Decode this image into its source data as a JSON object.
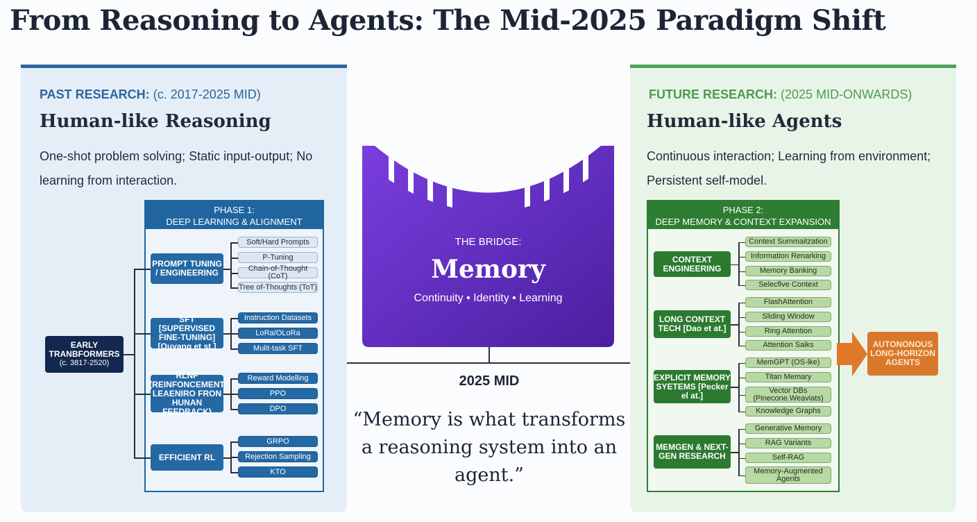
{
  "title": "From Reasoning to Agents: The Mid-2025 Paradigm Shift",
  "colors": {
    "past": "#2b66a0",
    "future": "#2e7d32",
    "bridge": "#5b2bc4",
    "outcome": "#d9782a"
  },
  "past": {
    "era_label": "PAST RESEARCH:",
    "era_range": "(c. 2017-2025 MID)",
    "title": "Human-like Reasoning",
    "description": "One-shot problem solving; Static input-output; No learning from interaction.",
    "root": {
      "label": "EARLY TRANBFORMERS",
      "note": "(c. 3817-2520)"
    },
    "phase": {
      "line1": "PHASE 1:",
      "line2": "DEEP LEARNING & ALIGNMENT"
    },
    "groups": [
      {
        "label": "PROMPT TUNING / ENGINEERING",
        "items": [
          "Soft/Hard Prompts",
          "P-Tuning",
          "Chain-of-Thought (CoT)",
          "Tree of-Thoughts (ToT)"
        ]
      },
      {
        "label": "SFT [SUPERVISED FINE-TUNING] [Ouyang et st.]",
        "items": [
          "Instruction Datasets",
          "LoRa/OLoRa",
          "Mulit-task SFT"
        ]
      },
      {
        "label": "RLNF (REINFONCEMENT LEAENIRO FRON HUNAN FEEDBACK)",
        "items": [
          "Reward Modelling",
          "PPO",
          "DPO"
        ]
      },
      {
        "label": "EFFICIENT RL",
        "items": [
          "GRPO",
          "Rejection Sampling",
          "KTO"
        ]
      }
    ]
  },
  "bridge": {
    "label": "THE BRIDGE:",
    "title": "Memory",
    "subtitle": "Continuity • Identity • Learning",
    "timeline_label": "2025 MID",
    "quote": "“Memory is what transforms a reasoning system into an agent.”"
  },
  "future": {
    "era_label": "FUTURE RESEARCH:",
    "era_range": "(2025 MID-ONWARDS)",
    "title": "Human-like Agents",
    "description": "Continuous interaction; Learning from environment; Persistent self-model.",
    "phase": {
      "line1": "PHASE 2:",
      "line2": "DEEP MEMORY & CONTEXT EXPANSION"
    },
    "groups": [
      {
        "label": "CONTEXT ENGINEERING",
        "items": [
          "Context Summaitzation",
          "Information Renarking",
          "Memory Banking",
          "Selecfive Context"
        ]
      },
      {
        "label": "LONG CONTEXT TECH [Dao et at.]",
        "items": [
          "FlashAttention",
          "Sliding Window",
          "Ring Attention",
          "Attention Saiks"
        ]
      },
      {
        "label": "EXPLICIT MEMORY SYETEMS [Pecker el at.]",
        "items": [
          "MemGPT (OS-lke)",
          "Titan Memary",
          "Vector DBs (Pinecone.Weaviats)",
          "Knowledge Graphs"
        ]
      },
      {
        "label": "MEMGEN & NEXT-GEN RESEARCH",
        "items": [
          "Generative Memory",
          "RAG Variants",
          "Self-RAG",
          "Memory-Augmented Agents"
        ]
      }
    ],
    "outcome": "AUTONONOUS LONG-HORIZON AGENTS"
  }
}
